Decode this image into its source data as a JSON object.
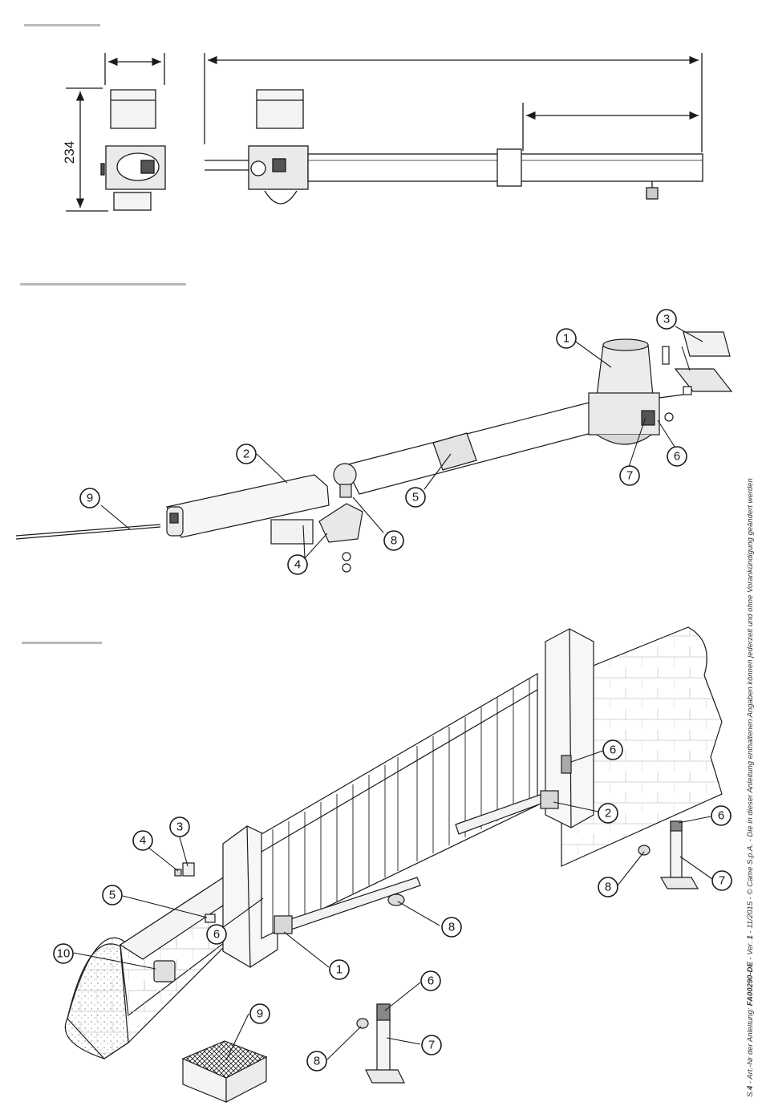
{
  "dimension": {
    "height_label": "234"
  },
  "exploded_callouts": [
    "1",
    "2",
    "3",
    "4",
    "5",
    "6",
    "7",
    "8",
    "9"
  ],
  "installation_callouts": [
    "1",
    "2",
    "3",
    "4",
    "5",
    "6",
    "6",
    "6",
    "6",
    "7",
    "7",
    "8",
    "8",
    "8",
    "9",
    "10"
  ],
  "footer": {
    "page": "S.",
    "page_num": "4",
    "art_label": " - Art.-Nr der Anleitung: ",
    "doc_code": "FA00290-DE",
    "ver_label": " - Ver. ",
    "ver_num": "1",
    "date_copy": " - 11/2015 - © Came S.p.A. - Die in dieser Anleitung enthaltenen Angaben können jederzeit und ohne Vorankündigung geändert werden"
  },
  "colors": {
    "rule": "#b9b9b9",
    "ink": "#1a1a1a",
    "shade": "#e6e6e6"
  }
}
